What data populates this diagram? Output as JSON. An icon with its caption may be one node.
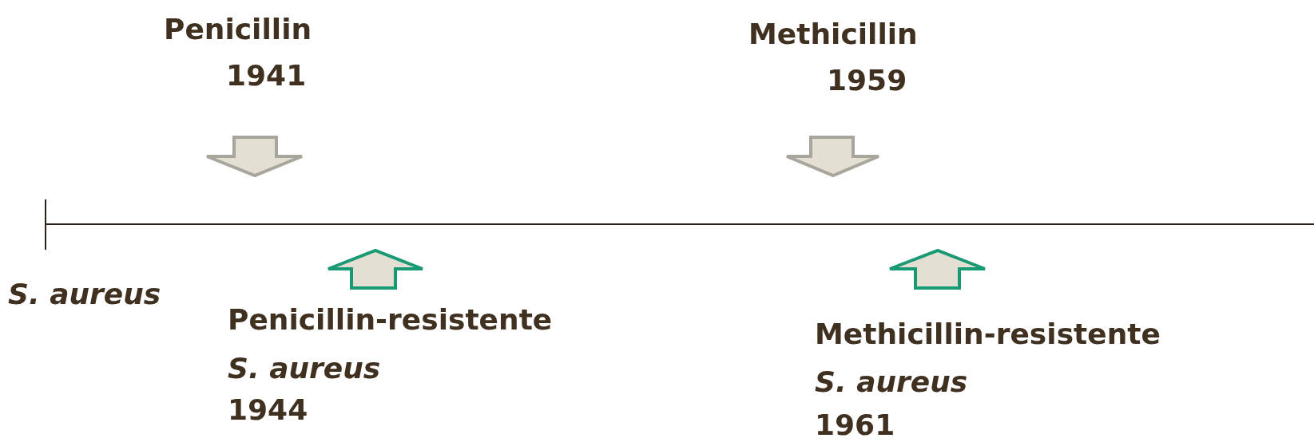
{
  "diagram": {
    "labels": [
      "Penicillin",
      "1941",
      "Methicillin",
      "1959",
      "S.  aureus",
      "Penicillin-resistente",
      "S. aureus",
      "1944",
      "Methicillin-resistente",
      "S. aureus",
      "1961"
    ]
  }
}
